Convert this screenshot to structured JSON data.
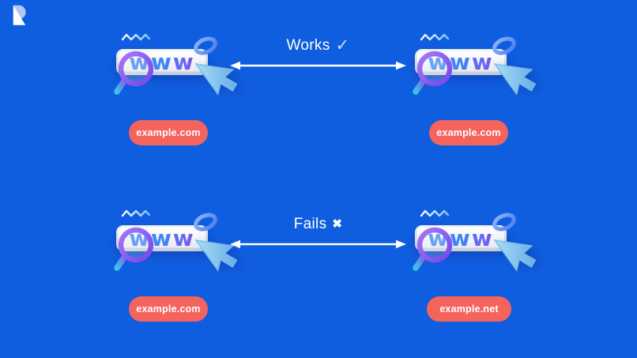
{
  "colors": {
    "background": "#105EE0",
    "pill": "#F4635C",
    "arrow": "#FFFFFF",
    "www_blue": "#4A8FF5",
    "www_purple": "#7B55EE"
  },
  "illustration": {
    "text": "www"
  },
  "comparisons": [
    {
      "status_label": "Works",
      "status_glyph": "✓",
      "left_domain": "example.com",
      "right_domain": "example.com"
    },
    {
      "status_label": "Fails",
      "status_glyph": "✖",
      "left_domain": "example.com",
      "right_domain": "example.net"
    }
  ]
}
